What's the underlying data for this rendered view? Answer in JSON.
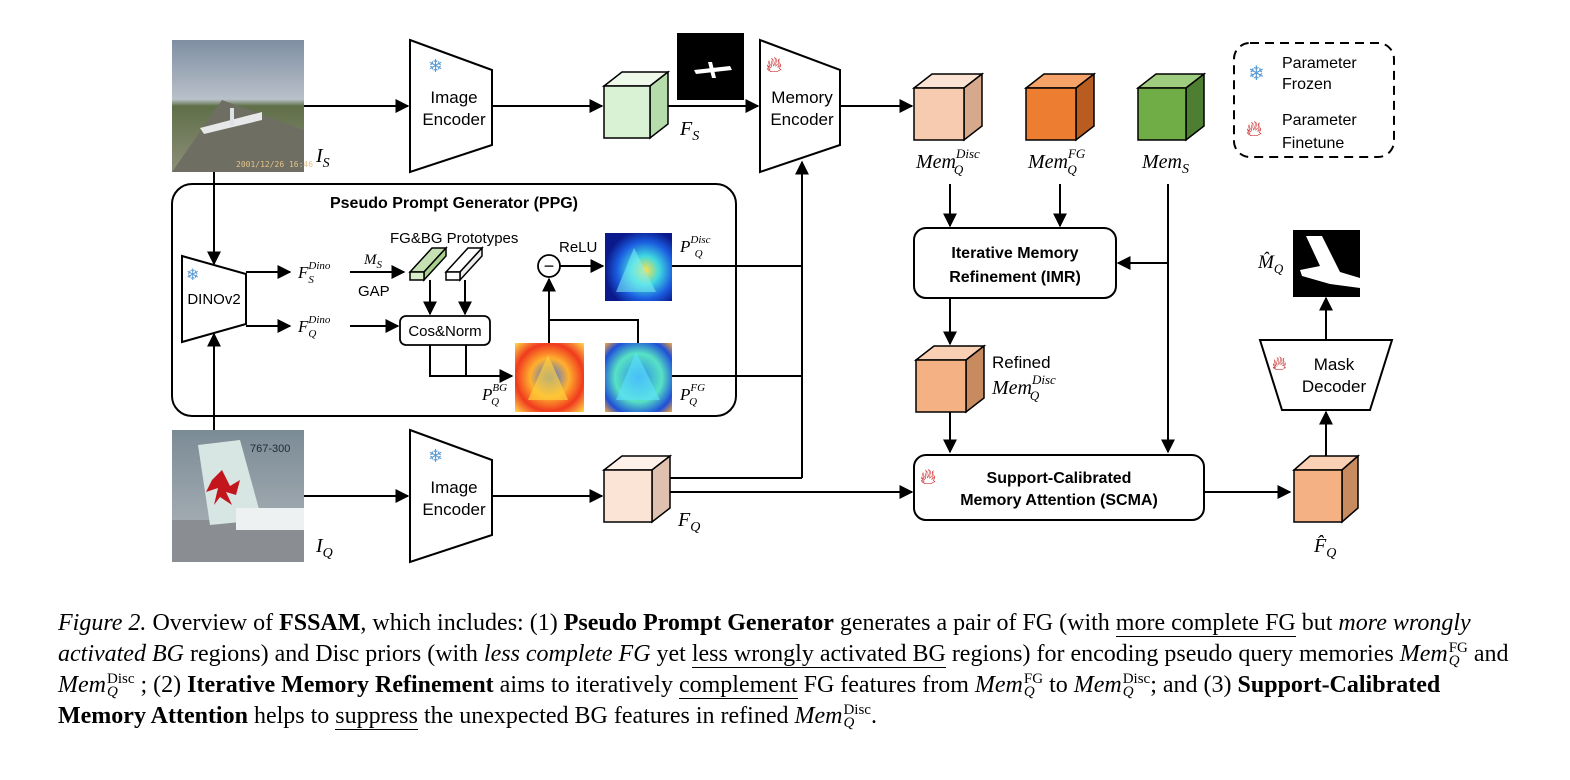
{
  "figure": {
    "inputs": {
      "support_label": "I",
      "support_sub": "S",
      "query_label": "I",
      "query_sub": "Q",
      "query_photo_text": "767-300",
      "support_photo_timestamp": "2001/12/26 16:46"
    },
    "encoders": {
      "image_encoder": [
        "Image",
        "Encoder"
      ],
      "memory_encoder": [
        "Memory",
        "Encoder"
      ],
      "dinov2": "DINOv2",
      "mask_decoder": [
        "Mask",
        "Decoder"
      ]
    },
    "features": {
      "fs": "F",
      "fs_sub": "S",
      "fq": "F",
      "fq_sub": "Q",
      "fq_hat": "F̂",
      "fq_hat_sub": "Q",
      "mq_hat": "M̂",
      "mq_hat_sub": "Q"
    },
    "memories": {
      "disc": "Mem",
      "disc_sub": "Q",
      "disc_sup": "Disc",
      "fg": "Mem",
      "fg_sub": "Q",
      "fg_sup": "FG",
      "s": "Mem",
      "s_sub": "S",
      "refined_word": "Refined"
    },
    "ppg": {
      "title": "Pseudo Prompt Generator (PPG)",
      "prototypes": "FG&BG Prototypes",
      "ms": "M",
      "ms_sub": "S",
      "gap": "GAP",
      "cos_norm": "Cos&Norm",
      "relu": "ReLU",
      "minus": "−",
      "fsdino": "F",
      "fsdino_sub": "S",
      "fsdino_sup": "Dino",
      "fqdino": "F",
      "fqdino_sub": "Q",
      "fqdino_sup": "Dino",
      "p_disc": "P",
      "p_disc_sub": "Q",
      "p_disc_sup": "Disc",
      "p_bg": "P",
      "p_bg_sub": "Q",
      "p_bg_sup": "BG",
      "p_fg": "P",
      "p_fg_sub": "Q",
      "p_fg_sup": "FG"
    },
    "modules": {
      "imr": [
        "Iterative Memory",
        "Refinement (IMR)"
      ],
      "scma": [
        "Support-Calibrated",
        "Memory Attention (SCMA)"
      ]
    },
    "legend": {
      "frozen": [
        "Parameter",
        "Frozen"
      ],
      "finetune": [
        "Parameter",
        "Finetune"
      ]
    },
    "icons": {
      "frozen": "snowflake-icon",
      "finetune": "flame-icon"
    },
    "colors": {
      "fs_cube": "#d9f2d4",
      "fq_cube": "#fbe3d6",
      "disc_cube": "#f7cbb0",
      "fg_cube": "#ed7d31",
      "s_cube": "#70ad47",
      "refined_cube": "#f4b183",
      "fhat_cube": "#f4b183",
      "prototype": "#c5e0b3",
      "snow": "#5b9bd5",
      "flame": "#c00000"
    }
  },
  "caption": {
    "fig_label": "Figure 2.",
    "t1": " Overview of ",
    "fssam": "FSSAM",
    "t2": ", which includes: (1) ",
    "ppg": "Pseudo Prompt Generator",
    "t3": " generates a pair of FG (with ",
    "u1": "more complete FG",
    "t4": " but ",
    "i1": "more wrongly activated BG",
    "t5": " regions) and Disc priors (with ",
    "i2": "less complete FG",
    "t6": " yet ",
    "u2": "less wrongly activated BG",
    "t7": " regions) for encoding pseudo query memories ",
    "m1": "Mem",
    "m1_sup": "FG",
    "m1_sub": "Q",
    "t8": " and ",
    "m2": "Mem",
    "m2_sup": "Disc",
    "m2_sub": "Q",
    "t9": " ; (2) ",
    "imr": "Iterative Memory Refinement",
    "t10": " aims to iteratively ",
    "u3": "complement",
    "t11": " FG features from ",
    "m3": "Mem",
    "m3_sup": "FG",
    "m3_sub": "Q",
    "t12": " to ",
    "m4": "Mem",
    "m4_sup": "Disc",
    "m4_sub": "Q",
    "t13": "; and (3) ",
    "scma": "Support-Calibrated Memory Attention",
    "t14": " helps to ",
    "u4": "suppress",
    "t15": " the unexpected BG features in refined ",
    "m5": "Mem",
    "m5_sup": "Disc",
    "m5_sub": "Q",
    "t16": "."
  }
}
